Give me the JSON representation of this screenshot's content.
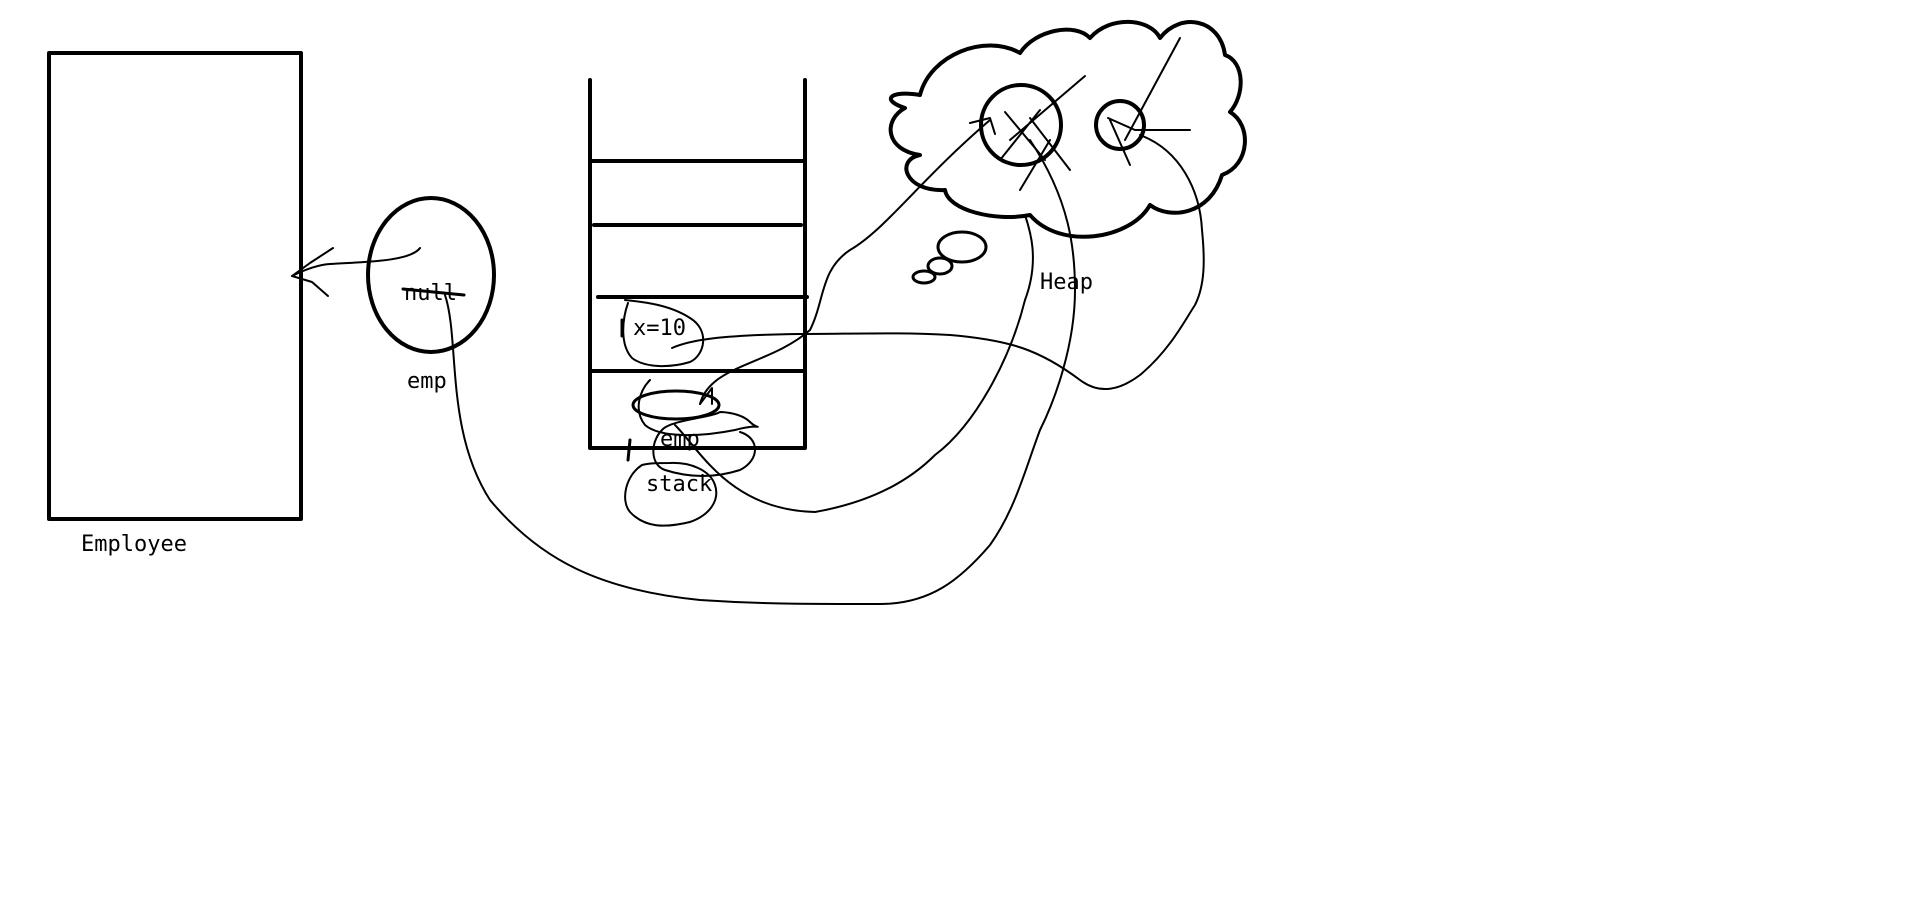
{
  "labels": {
    "employee": "Employee",
    "emp_ref": "emp",
    "null_value": "null",
    "x_value": "x=10",
    "emp_stack": "emp",
    "stack": "stack",
    "heap": "Heap"
  },
  "colors": {
    "ink": "#000000",
    "background": "#ffffff"
  }
}
